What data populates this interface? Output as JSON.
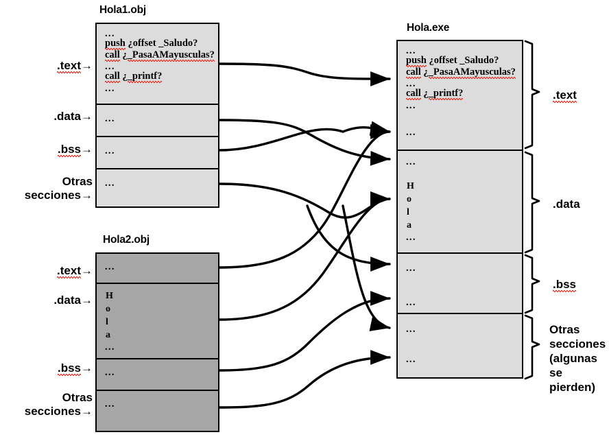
{
  "diagram": {
    "title_hola1": "Hola1.obj",
    "title_hola2": "Hola2.obj",
    "title_holaexe": "Hola.exe",
    "ellipsis": "...",
    "code": {
      "line_push": "push ¿offset _Saludo?",
      "line_call1": "call ¿_PasaAMayusculas?",
      "line_call2": "call  ¿_printf?",
      "tok_push": "push",
      "tok_rest_push": " ¿offset _Saludo?",
      "tok_call": "call",
      "tok_q": " ¿",
      "tok_pasa": "_PasaAMayusculas?",
      "tok_printf": "_printf?"
    },
    "string_chars": [
      "H",
      "o",
      "l",
      "a"
    ],
    "left_labels_hola1": [
      {
        "text": ".text",
        "arrow": "→",
        "spell": true
      },
      {
        "text": ".data",
        "arrow": "→",
        "spell": false
      },
      {
        "text": ".bss",
        "arrow": "→",
        "spell": true
      },
      {
        "text": "Otras",
        "text2": "secciones",
        "arrow": "→",
        "spell": false
      }
    ],
    "left_labels_hola2": [
      {
        "text": ".text",
        "arrow": "→",
        "spell": true
      },
      {
        "text": ".data",
        "arrow": "→",
        "spell": false
      },
      {
        "text": ".bss",
        "arrow": "→",
        "spell": true
      },
      {
        "text": "Otras",
        "text2": "secciones",
        "arrow": "→",
        "spell": false
      }
    ],
    "right_labels": [
      {
        "line1": ".text",
        "spell": true
      },
      {
        "line1": ".data",
        "spell": false
      },
      {
        "line1": ".bss",
        "spell": true
      },
      {
        "line1": "Otras",
        "line2": "secciones",
        "line3": "(algunas",
        "line4": " se",
        "line5": "pierden)",
        "spell": false
      }
    ],
    "colors": {
      "obj_light_fill": "#dcdcdc",
      "obj_dark_fill": "#a6a6a6",
      "stroke": "#000000",
      "spellcheck_red": "#e8392e",
      "background": "#ffffff"
    }
  }
}
